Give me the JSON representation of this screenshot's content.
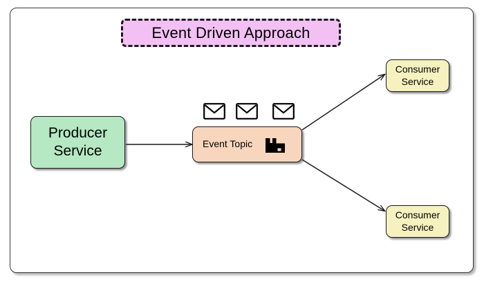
{
  "diagram": {
    "title": "Event Driven Approach",
    "frame": {
      "name": "diagram-frame"
    },
    "nodes": {
      "producer": {
        "line1": "Producer",
        "line2": "Service",
        "color": "#b5e8c3"
      },
      "topic": {
        "label": "Event Topic",
        "icon": "factory-icon",
        "color": "#f7d6bd"
      },
      "consumer_top": {
        "line1": "Consumer",
        "line2": "Service",
        "color": "#f5f2c0"
      },
      "consumer_bottom": {
        "line1": "Consumer",
        "line2": "Service",
        "color": "#f5f2c0"
      }
    },
    "messages": [
      {
        "icon": "envelope-icon"
      },
      {
        "icon": "envelope-icon"
      },
      {
        "icon": "envelope-icon"
      }
    ],
    "connections": [
      {
        "from": "producer",
        "to": "topic",
        "style": "arrow"
      },
      {
        "from": "topic",
        "to": "consumer_top",
        "style": "arrow"
      },
      {
        "from": "topic",
        "to": "consumer_bottom",
        "style": "arrow"
      }
    ],
    "colors": {
      "title_fill": "#f3c0f3",
      "producer_fill": "#b5e8c3",
      "topic_fill": "#f7d6bd",
      "consumer_fill": "#f5f2c0",
      "stroke": "#1a1a1a",
      "background": "#ffffff"
    }
  }
}
